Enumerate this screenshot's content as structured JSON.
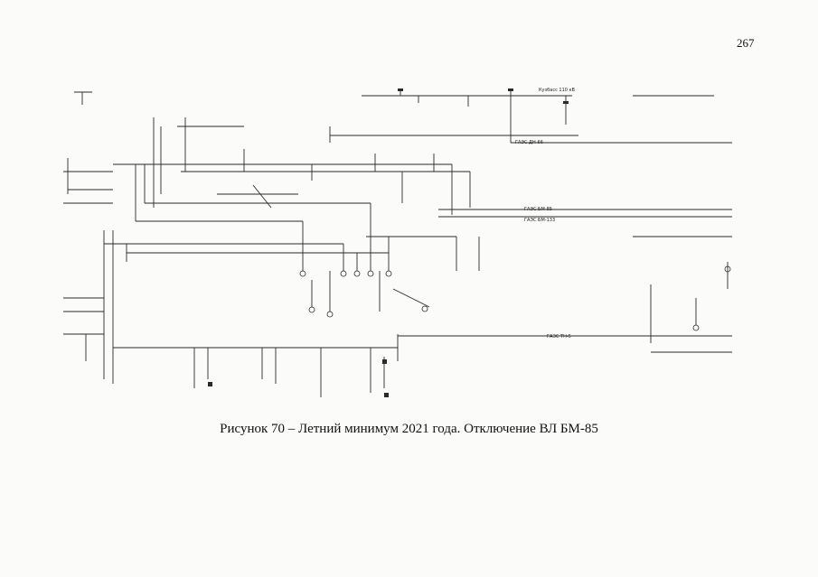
{
  "page": {
    "number": "267",
    "caption": "Рисунок 70 – Летний минимум 2021 года. Отключение ВЛ БМ-85"
  },
  "diagram": {
    "labels": {
      "kuzbass": "Кузбасс 110 кВ",
      "line_dn66": "ГАЭС ДН-66",
      "line_bm85": "ГАЭС БМ-85",
      "line_bm133": "ГАЭС БМ-133",
      "line_tn5": "ГАЭС ТН-5"
    }
  }
}
